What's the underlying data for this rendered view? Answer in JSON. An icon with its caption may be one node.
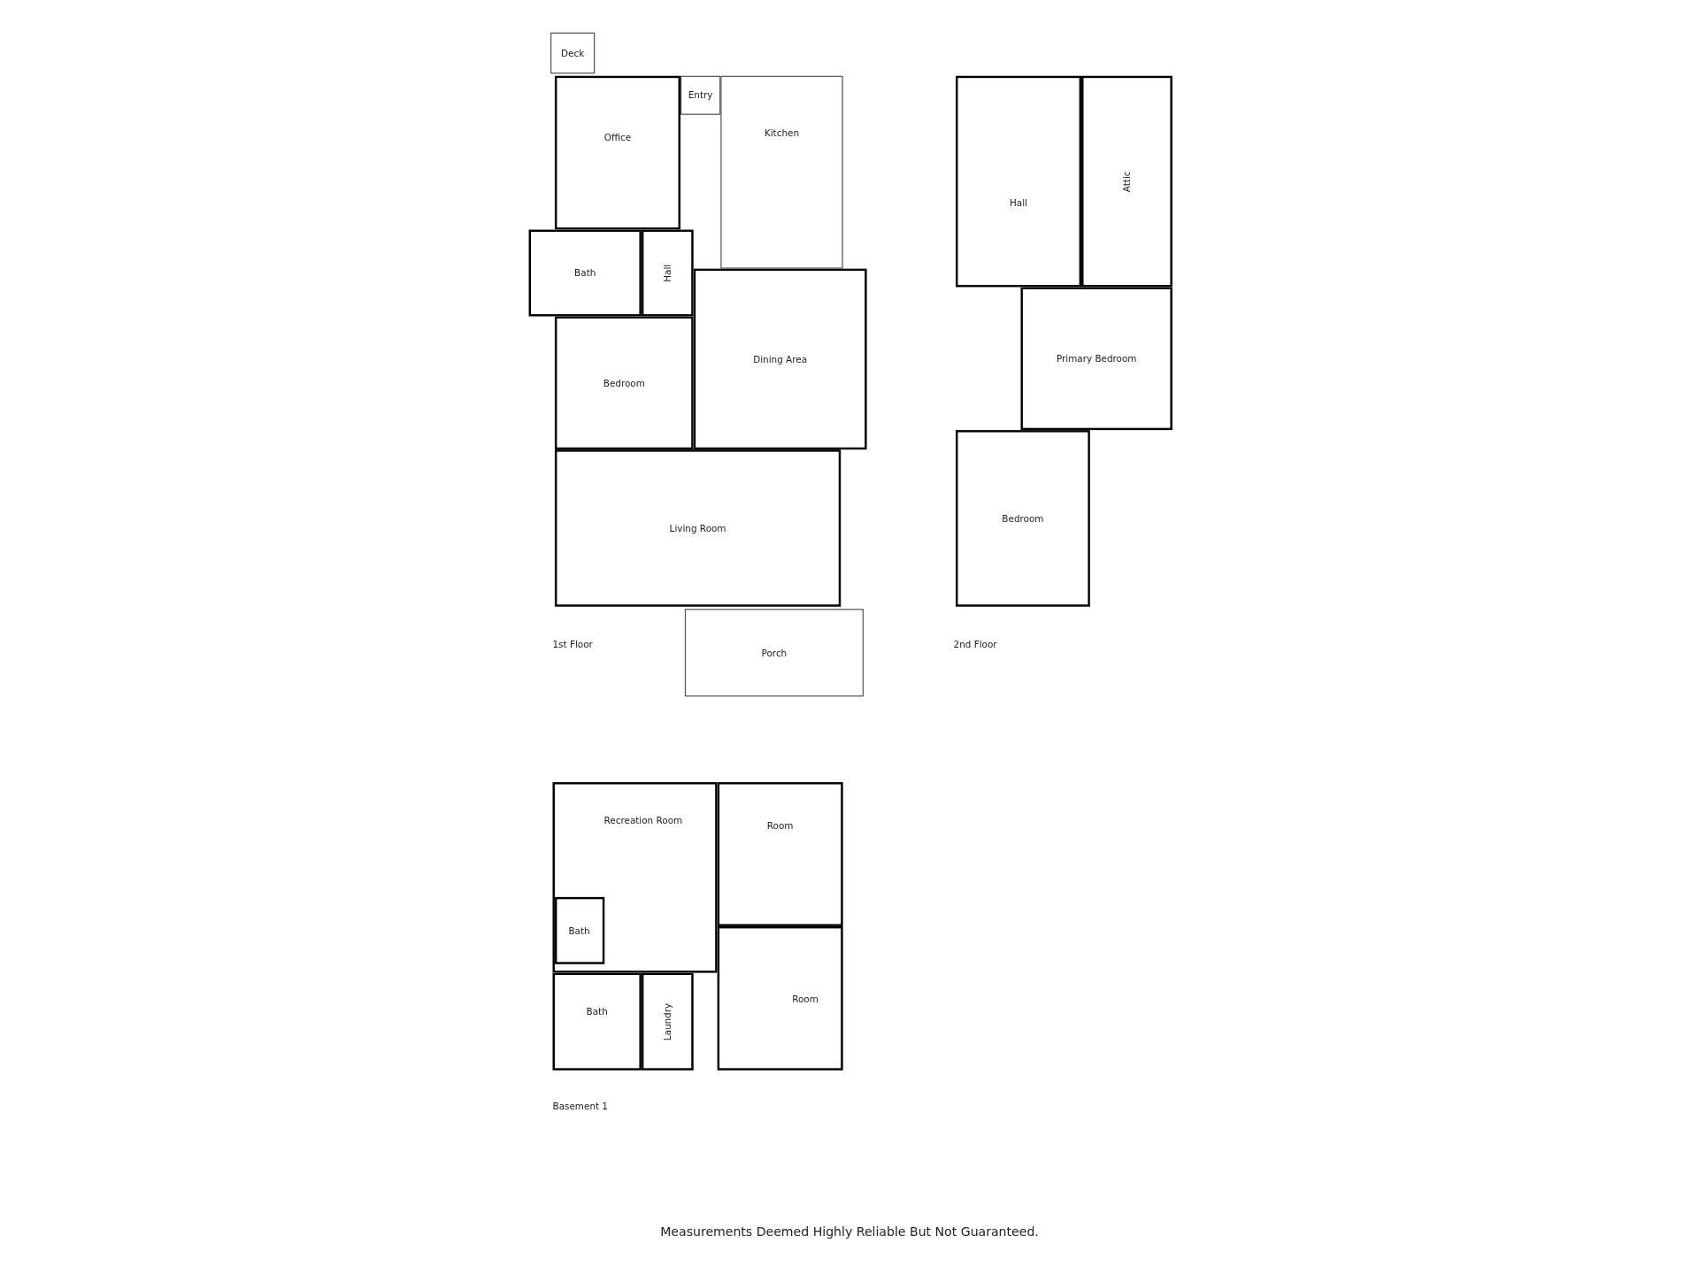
{
  "diagram": {
    "nodes": [
      {
        "text": [
          "Deck"
        ]
      },
      {
        "text": [
          "Office"
        ]
      },
      {
        "text": [
          "Entry"
        ]
      },
      {
        "text": [
          "Kitchen"
        ]
      },
      {
        "text": [
          "Bath"
        ]
      },
      {
        "text": [
          "Hall"
        ]
      },
      {
        "text": [
          "Bedroom"
        ]
      },
      {
        "text": [
          "Dining Area"
        ]
      },
      {
        "text": [
          "Living Room"
        ]
      },
      {
        "text": [
          "Porch"
        ]
      },
      {
        "text": [
          "Hall"
        ]
      },
      {
        "text": [
          "Attic"
        ]
      },
      {
        "text": [
          "Primary Bedroom"
        ]
      },
      {
        "text": [
          "Bedroom"
        ]
      },
      {
        "text": [
          "Recreation Room"
        ]
      },
      {
        "text": [
          "Room"
        ]
      },
      {
        "text": [
          "Bath"
        ],
        "in": 14
      },
      {
        "text": [
          "Room"
        ]
      },
      {
        "text": [
          "Bath"
        ]
      },
      {
        "text": [
          "Laundry"
        ]
      }
    ],
    "labels": [
      "1st Floor",
      "2nd Floor",
      "Basement 1",
      "Measurements Deemed Highly Reliable But Not Guaranteed."
    ]
  }
}
